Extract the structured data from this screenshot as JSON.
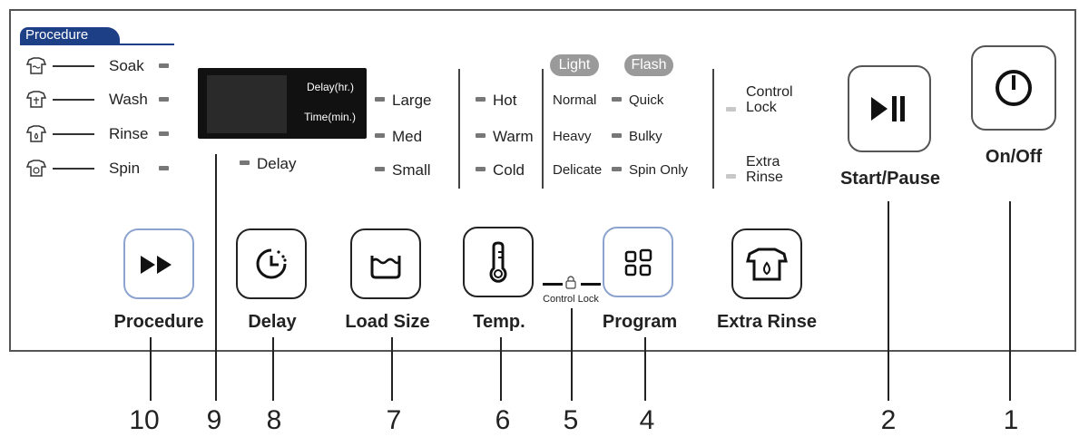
{
  "procedure_header": "Procedure",
  "procedure_steps": [
    {
      "label": "Soak",
      "icon": "soak-shirt-icon"
    },
    {
      "label": "Wash",
      "icon": "wash-shirt-icon"
    },
    {
      "label": "Rinse",
      "icon": "rinse-shirt-icon"
    },
    {
      "label": "Spin",
      "icon": "spin-shirt-icon"
    }
  ],
  "display": {
    "delay_unit": "Delay(hr.)",
    "time_unit": "Time(min.)"
  },
  "delay_indicator": "Delay",
  "load_sizes": [
    "Large",
    "Med",
    "Small"
  ],
  "temps": [
    "Hot",
    "Warm",
    "Cold"
  ],
  "badges": {
    "light": "Light",
    "flash": "Flash"
  },
  "programs_left": [
    "Normal",
    "Heavy",
    "Delicate"
  ],
  "programs_right": [
    "Quick",
    "Bulky",
    "Spin Only"
  ],
  "options": {
    "control_lock_1": "Control",
    "control_lock_2": "Lock",
    "extra_rinse_1": "Extra",
    "extra_rinse_2": "Rinse"
  },
  "buttons": {
    "procedure": "Procedure",
    "delay": "Delay",
    "load_size": "Load Size",
    "temp": "Temp.",
    "program": "Program",
    "extra_rinse": "Extra Rinse",
    "start_pause": "Start/Pause",
    "on_off": "On/Off"
  },
  "control_lock_link": "Control Lock",
  "callouts": [
    "10",
    "9",
    "8",
    "7",
    "6",
    "5",
    "4",
    "2",
    "1"
  ]
}
